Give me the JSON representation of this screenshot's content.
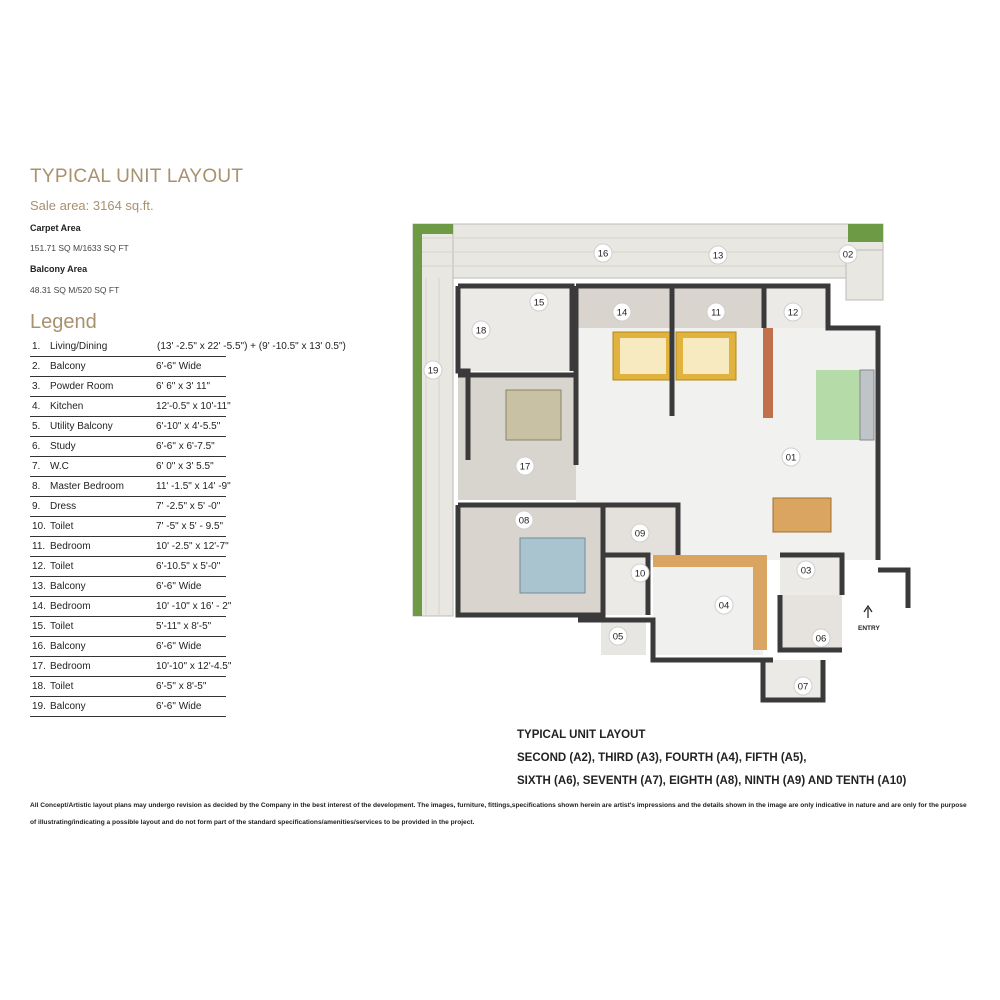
{
  "header": {
    "title": "TYPICAL UNIT LAYOUT",
    "sale_area": "Sale area: 3164 sq.ft.",
    "carpet_area_label": "Carpet Area",
    "carpet_area_value": "151.71 SQ M/1633 SQ FT",
    "balcony_area_label": "Balcony Area",
    "balcony_area_value": "48.31 SQ M/520 SQ FT"
  },
  "legend": {
    "title": "Legend",
    "items": [
      {
        "num": "1.",
        "name": "Living/Dining",
        "dim": "(13' -2.5\" x 22' -5.5\") + (9' -10.5\" x 13' 0.5\")"
      },
      {
        "num": "2.",
        "name": "Balcony",
        "dim": "6'-6\" Wide"
      },
      {
        "num": "3.",
        "name": "Powder Room",
        "dim": "6' 6\" x 3' 11\""
      },
      {
        "num": "4.",
        "name": "Kitchen",
        "dim": "12'-0.5\" x 10'-11\""
      },
      {
        "num": "5.",
        "name": "Utility Balcony",
        "dim": "6'-10\" x 4'-5.5\""
      },
      {
        "num": "6.",
        "name": "Study",
        "dim": "6'-6\" x 6'-7.5\""
      },
      {
        "num": "7.",
        "name": "W.C",
        "dim": "6' 0\" x 3' 5.5\""
      },
      {
        "num": "8.",
        "name": "Master Bedroom",
        "dim": "11' -1.5\" x 14' -9\""
      },
      {
        "num": "9.",
        "name": "Dress",
        "dim": "7' -2.5\" x 5' -0\""
      },
      {
        "num": "10.",
        "name": "Toilet",
        "dim": "7' -5\" x 5' - 9.5\""
      },
      {
        "num": "11.",
        "name": "Bedroom",
        "dim": "10' -2.5\" x 12'-7\""
      },
      {
        "num": "12.",
        "name": "Toilet",
        "dim": "6'-10.5\" x 5'-0\""
      },
      {
        "num": "13.",
        "name": "Balcony",
        "dim": "6'-6\" Wide"
      },
      {
        "num": "14.",
        "name": "Bedroom",
        "dim": "10' -10\" x 16' - 2\""
      },
      {
        "num": "15.",
        "name": "Toilet",
        "dim": "5'-11\" x 8'-5\""
      },
      {
        "num": "16.",
        "name": "Balcony",
        "dim": "6'-6\" Wide"
      },
      {
        "num": "17.",
        "name": "Bedroom",
        "dim": "10'-10\" x 12'-4.5\""
      },
      {
        "num": "18.",
        "name": "Toilet",
        "dim": "6'-5\" x 8'-5\""
      },
      {
        "num": "19.",
        "name": "Balcony",
        "dim": "6'-6\" Wide"
      }
    ]
  },
  "plan": {
    "room_numbers": [
      "01",
      "02",
      "03",
      "04",
      "05",
      "06",
      "07",
      "08",
      "09",
      "10",
      "11",
      "12",
      "13",
      "14",
      "15",
      "16",
      "17",
      "18",
      "19"
    ],
    "entry_label": "ENTRY"
  },
  "caption": {
    "line1": "TYPICAL UNIT LAYOUT",
    "line2": "SECOND (A2), THIRD (A3), FOURTH (A4), FIFTH (A5),",
    "line3": "SIXTH (A6), SEVENTH (A7), EIGHTH (A8), NINTH (A9) AND TENTH (A10)"
  },
  "disclaimer": "All Concept/Artistic layout plans may undergo revision as decided by the Company in the best interest of the development. The images, furniture, fittings,specifications shown herein are artist's impressions and the details shown in the image are only indicative in nature and are only for the purpose of illustrating/indicating a possible layout and do not form part of the standard specifications/amenities/services to be provided in the project.",
  "colors": {
    "accent": "#a8916e",
    "wall": "#3a3a3a",
    "wood_floor": "#d9d4cc",
    "marble": "#eeeeee",
    "greenery": "#5c8a3a",
    "label_circle": "#ffffff"
  }
}
